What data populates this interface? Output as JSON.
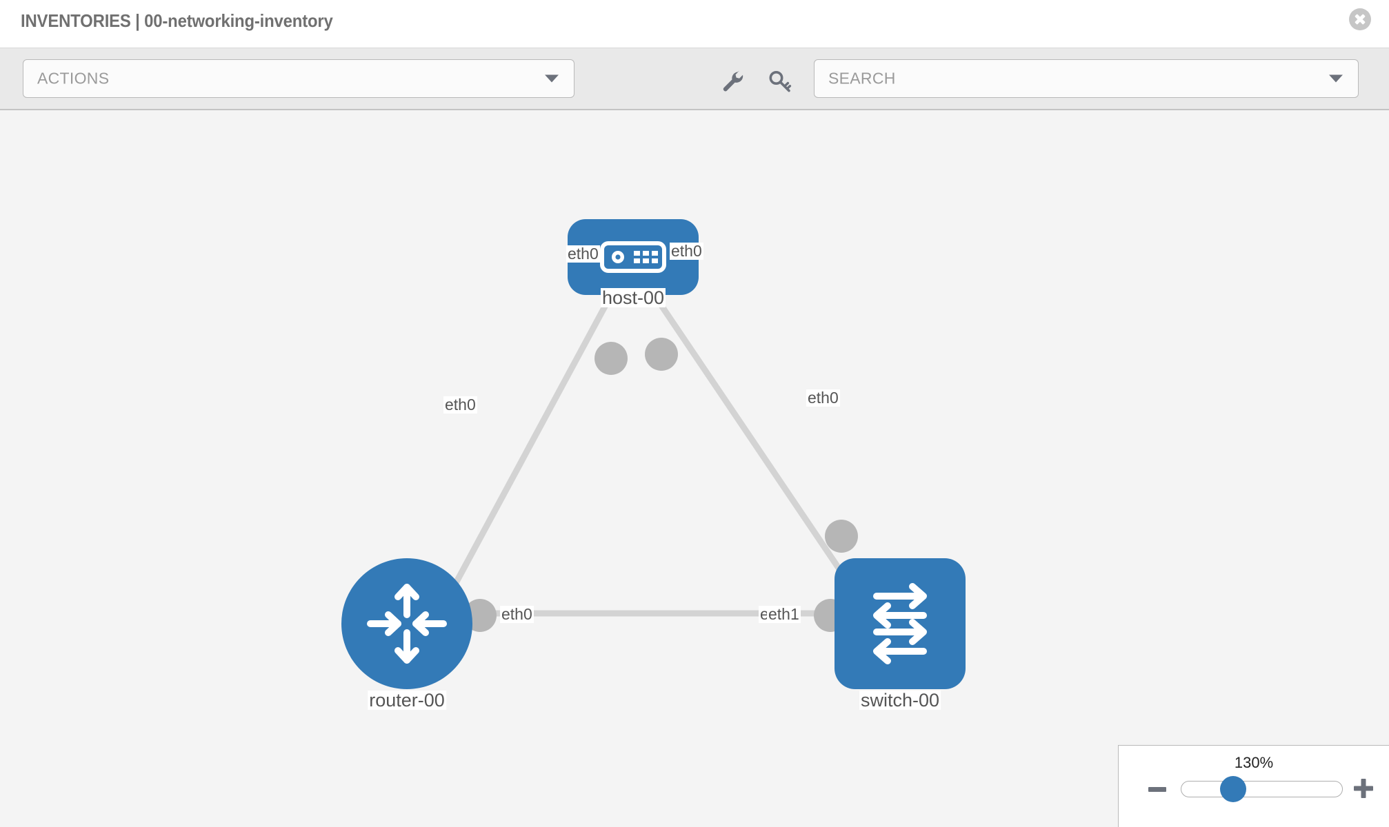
{
  "header": {
    "title": "INVENTORIES | 00-networking-inventory",
    "close_icon": "close-circle-icon"
  },
  "toolbar": {
    "actions_label": "ACTIONS",
    "actions_caret_icon": "chevron-down-icon",
    "wrench_icon": "wrench-icon",
    "key_icon": "key-icon",
    "search_placeholder": "SEARCH",
    "search_value": "",
    "search_caret_icon": "chevron-down-icon"
  },
  "topology": {
    "nodes": [
      {
        "id": "host-00",
        "label": "host-00",
        "type": "host",
        "icon": "server-icon"
      },
      {
        "id": "router-00",
        "label": "router-00",
        "type": "router",
        "icon": "router-arrows-icon"
      },
      {
        "id": "switch-00",
        "label": "switch-00",
        "type": "switch",
        "icon": "switch-arrows-icon"
      }
    ],
    "links": [
      {
        "from": "router-00",
        "from_interface": "eth0",
        "to": "host-00",
        "to_interface": "eth0"
      },
      {
        "from": "host-00",
        "from_interface": "eth0",
        "to": "switch-00",
        "to_interface": "eth0"
      },
      {
        "from": "router-00",
        "from_interface": "eth0",
        "to": "switch-00",
        "to_interface": "eth1"
      }
    ],
    "interface_labels": {
      "host_left": "eth0",
      "host_right": "eth0",
      "router_to_host": "eth0",
      "switch_to_host": "eth0",
      "router_to_switch": "eth0",
      "switch_to_router_overlap": "eth0",
      "switch_to_router": "eth1"
    },
    "colors": {
      "node_blue": "#337ab7",
      "link_gray": "#d3d3d3",
      "socket_gray": "#b6b6b6",
      "canvas_bg": "#f4f4f4"
    }
  },
  "zoom_control": {
    "value_label": "130%",
    "minus_icon": "minus-icon",
    "plus_icon": "plus-icon",
    "slider_percent": 130
  }
}
